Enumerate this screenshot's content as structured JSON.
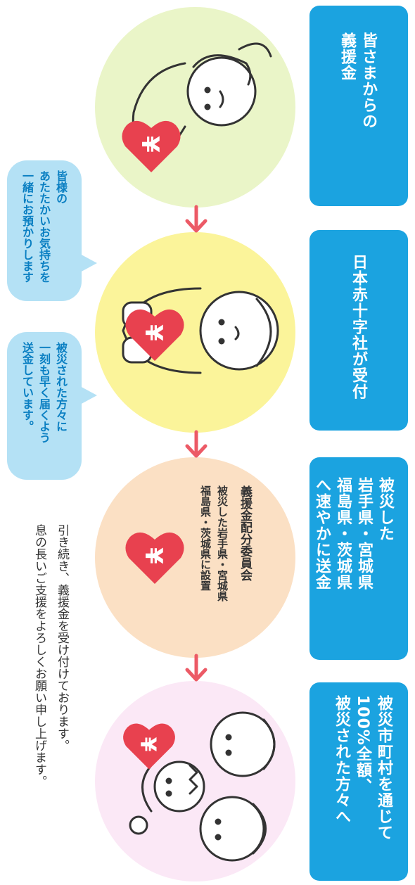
{
  "steps": [
    {
      "text": "皆さまからの\n義援金"
    },
    {
      "text": "日本赤十字社が受付"
    },
    {
      "text": "被災した\n岩手県・宮城県\n福島県・茨城県\nへ速やかに送金"
    },
    {
      "text": "被災市町村を通じて\n100%全額、\n被災された方々へ"
    }
  ],
  "committee": {
    "title": "義援金配分委員会",
    "detail": "被災した岩手県・宮城県\n福島県・茨城県に設置"
  },
  "bubbles": [
    {
      "text": "皆様の\nあたたかいお気持ちを\n一緒にお預かりします"
    },
    {
      "text": "被災された方々に\n一刻も早く届くよう\n送金しています。"
    }
  ],
  "footer": {
    "text": "引き続き、義援金を受け付けております。\n息の長いご支援をよろしくお願い申し上げます。"
  },
  "icons": [
    "heart-yen-icon",
    "person-holding-heart",
    "red-cross-staff",
    "family-with-heart",
    "arrow-down-icon"
  ],
  "colors": {
    "step_box": "#1ba3e0",
    "circle_1": "#eaf5c8",
    "circle_2": "#fbf49a",
    "circle_3": "#fbe0c4",
    "circle_4": "#fbe8f6",
    "heart": "#e8414f",
    "arrow": "#ec5a66",
    "bubble": "#b4e1f5",
    "bubble_text": "#0a7fc2"
  }
}
